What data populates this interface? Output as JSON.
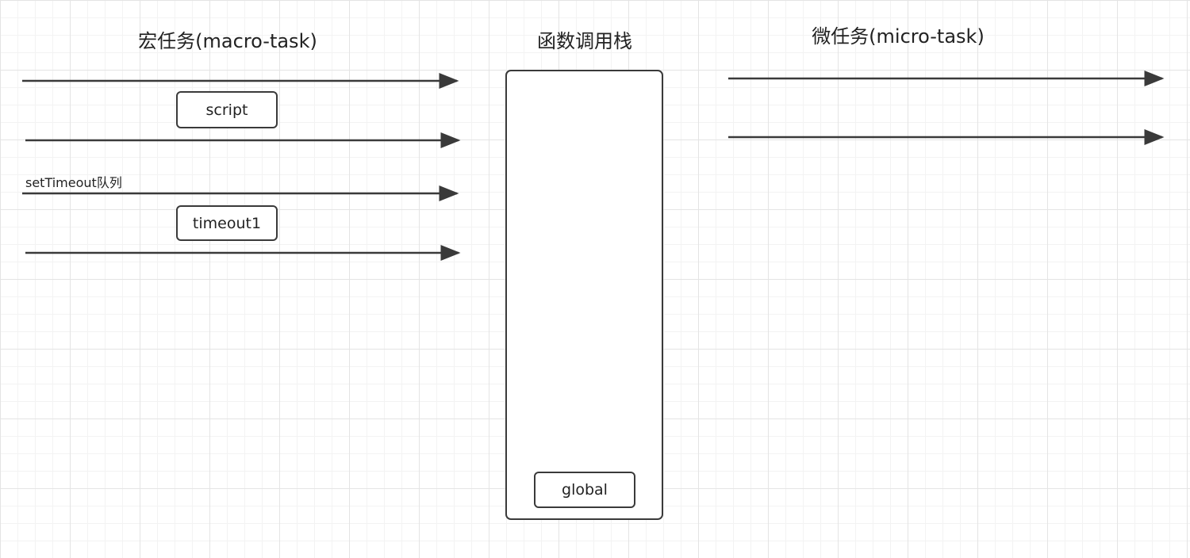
{
  "columns": {
    "macro_title": "宏任务(macro-task)",
    "stack_title": "函数调用栈",
    "micro_title": "微任务(micro-task)"
  },
  "macro_queue": {
    "task_1": "script",
    "settimeout_label": "setTimeout队列",
    "task_2": "timeout1"
  },
  "call_stack": {
    "frame_1": "global"
  },
  "colors": {
    "stroke": "#3a3a3a",
    "text": "#222222",
    "grid_major": "#e4e4e4",
    "grid_minor": "#f3f3f3",
    "background": "#ffffff"
  }
}
